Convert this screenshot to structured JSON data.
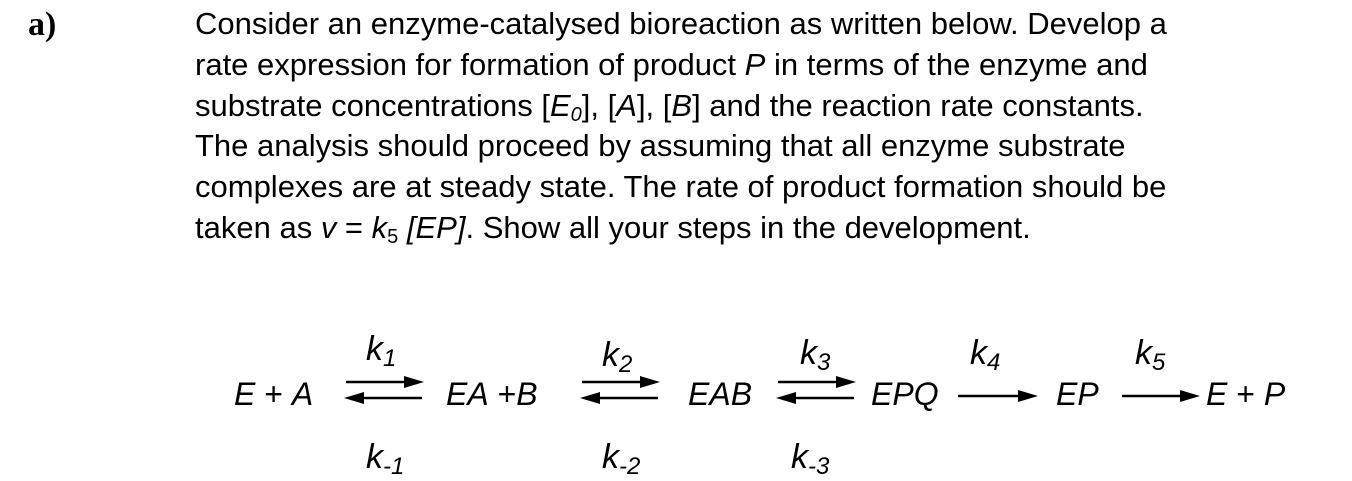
{
  "question": {
    "label": "a)",
    "text": {
      "l1": "Consider an enzyme-catalysed bioreaction as written below. Develop a",
      "l2_a": "rate expression for formation of product ",
      "l2_p": "P",
      "l2_b": " in terms of the enzyme and",
      "l3_a": "substrate concentrations [",
      "l3_e": "E",
      "l3_e_sub": "0",
      "l3_b": "], [",
      "l3_a2": "A",
      "l3_c": "], [",
      "l3_b2": "B",
      "l3_d": "] and the reaction rate constants.",
      "l4": "The analysis should proceed by assuming that all enzyme substrate",
      "l5": "complexes are at steady state. The rate of product formation should be",
      "l6_a": "taken as ",
      "l6_v": "v",
      "l6_eq": " = ",
      "l6_k": "k",
      "l6_k_sub": "5",
      "l6_ep": " [EP]",
      "l6_b": ". Show all your steps in the development."
    }
  },
  "scheme": {
    "species": {
      "s1_E": "E",
      "s1_plus": " + ",
      "s1_A": "A",
      "s2_EA": "EA",
      "s2_plus": " +",
      "s2_B": "B",
      "s3": "EAB",
      "s4": "EPQ",
      "s5": "EP",
      "s6_E": "E",
      "s6_plus": " + ",
      "s6_P": "P"
    },
    "constants": {
      "k1": {
        "k": "k",
        "sub": "1"
      },
      "k2": {
        "k": "k",
        "sub": "2"
      },
      "k3": {
        "k": "k",
        "sub": "3"
      },
      "k4": {
        "k": "k",
        "sub": "4"
      },
      "k5": {
        "k": "k",
        "sub": "5"
      },
      "km1": {
        "k": "k",
        "sub": "-1"
      },
      "km2": {
        "k": "k",
        "sub": "-2"
      },
      "km3": {
        "k": "k",
        "sub": "-3"
      }
    }
  }
}
